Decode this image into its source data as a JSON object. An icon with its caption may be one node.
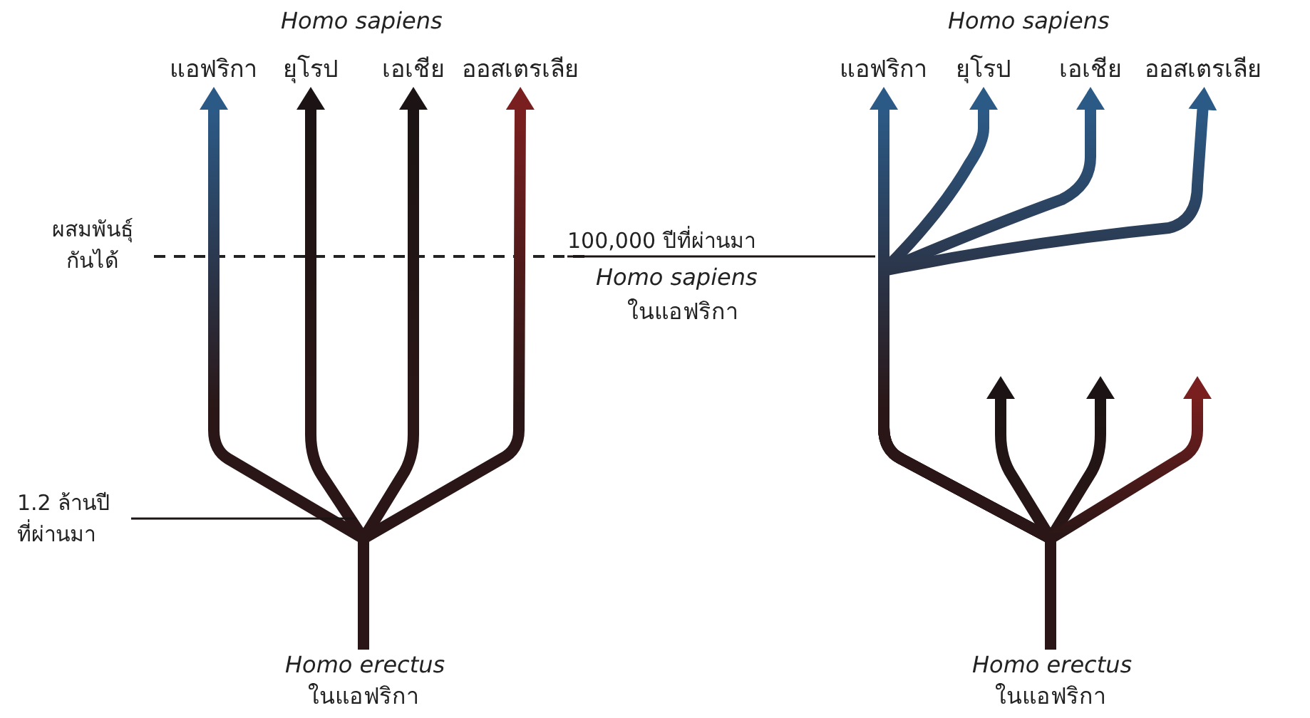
{
  "diagram": {
    "nodes": [
      {
        "text": [
          "แอฟริกา"
        ]
      },
      {
        "text": [
          "ยุโรป"
        ]
      },
      {
        "text": [
          "เอเชีย"
        ]
      },
      {
        "text": [
          "ออสเตรเลีย"
        ]
      },
      {
        "text": [
          "แอฟริกา"
        ]
      },
      {
        "text": [
          "ยุโรป"
        ]
      },
      {
        "text": [
          "เอเชีย"
        ]
      },
      {
        "text": [
          "ออสเตรเลีย"
        ]
      },
      {
        "text": [
          "100,000 ปีที่ผ่านมา"
        ]
      },
      {
        "text": [
          "1.2 ล้านปี ที่ผ่านมา"
        ]
      },
      {
        "text": [
          "Homo erectus",
          "ในแอฟริกา"
        ]
      },
      {
        "text": [
          "Homo erectus",
          "ในแอฟริกา"
        ]
      }
    ],
    "edges": [
      {
        "from": 10,
        "to": 0,
        "arrow": "to",
        "color": "#2c5a86"
      },
      {
        "from": 10,
        "to": 1,
        "arrow": "to",
        "color": "#1c1414"
      },
      {
        "from": 10,
        "to": 2,
        "arrow": "to",
        "color": "#1c1414"
      },
      {
        "from": 10,
        "to": 3,
        "arrow": "to",
        "color": "#7a1f1f"
      },
      {
        "from": 11,
        "to": 4,
        "arrow": "to",
        "color": "#2c5a86"
      },
      {
        "from": 11,
        "to": 5,
        "arrow": "to",
        "color": "#2c5a86"
      },
      {
        "from": 11,
        "to": 6,
        "arrow": "to",
        "color": "#2c5a86"
      },
      {
        "from": 11,
        "to": 7,
        "arrow": "to",
        "color": "#2c5a86"
      },
      {
        "from": 11,
        "to": null,
        "arrow": "to",
        "color": "#1c1414"
      },
      {
        "from": 11,
        "to": null,
        "arrow": "to",
        "color": "#1c1414"
      },
      {
        "from": 11,
        "to": null,
        "arrow": "to",
        "color": "#7a1f1f"
      },
      {
        "from": 8,
        "to": null,
        "arrow": "none"
      },
      {
        "from": 9,
        "to": null,
        "arrow": "none"
      }
    ],
    "labels": [
      "Homo sapiens",
      "Homo sapiens",
      "ผสมพันธุ์ กันได้",
      "Homo sapiens",
      "ในแอฟริกา"
    ]
  }
}
